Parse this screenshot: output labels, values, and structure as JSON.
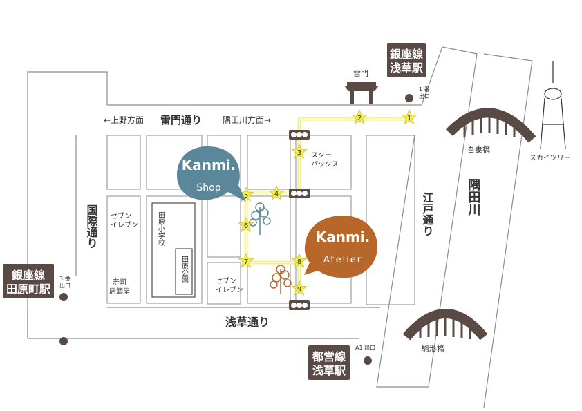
{
  "roads": {
    "kaminarimon_dori": "雷門通り",
    "ueno_dir": "←上野方面",
    "sumida_dir": "隅田川方面→",
    "kokusai_dori": "国際通り",
    "asakusa_dori": "浅草通り",
    "edo_dori": "江戸通り",
    "sumida_river": "隅田川"
  },
  "stations": {
    "ginza_asakusa": [
      "銀座線",
      "浅草駅"
    ],
    "ginza_tawaramachi": [
      "銀座線",
      "田原町駅"
    ],
    "toei_asakusa": [
      "都営線",
      "浅草駅"
    ]
  },
  "exits": {
    "exit1": [
      "1 番",
      "出口"
    ],
    "exit3": [
      "3 番",
      "出口"
    ],
    "exitA1": "A1 出口"
  },
  "landmarks": {
    "kaminarimon": "雷門",
    "starbucks": [
      "スター",
      "バックス"
    ],
    "seven_left": [
      "セブン",
      "イレブン"
    ],
    "seven_bottom": [
      "セブン",
      "イレブン"
    ],
    "sushi": [
      "寿司",
      "居酒屋"
    ],
    "school": "田原小学校",
    "park": "田原公園",
    "azuma_bridge": "吾妻橋",
    "komagata_bridge": "駒形橋",
    "skytree": "スカイツリー"
  },
  "shops": {
    "shop": {
      "title": "Kanmi.",
      "subtitle": "Shop",
      "color": "#5a8799"
    },
    "atelier": {
      "title": "Kanmi.",
      "subtitle": "Atelier",
      "color": "#b8672b"
    }
  },
  "route_stars": [
    "1",
    "2",
    "3",
    "4",
    "5",
    "6",
    "7",
    "8",
    "9"
  ],
  "colors": {
    "road": "#8c8c8c",
    "route": "#f2f28a",
    "star": "#f2ec54",
    "bridge": "#5a4a45",
    "station": "#5a4a45"
  }
}
